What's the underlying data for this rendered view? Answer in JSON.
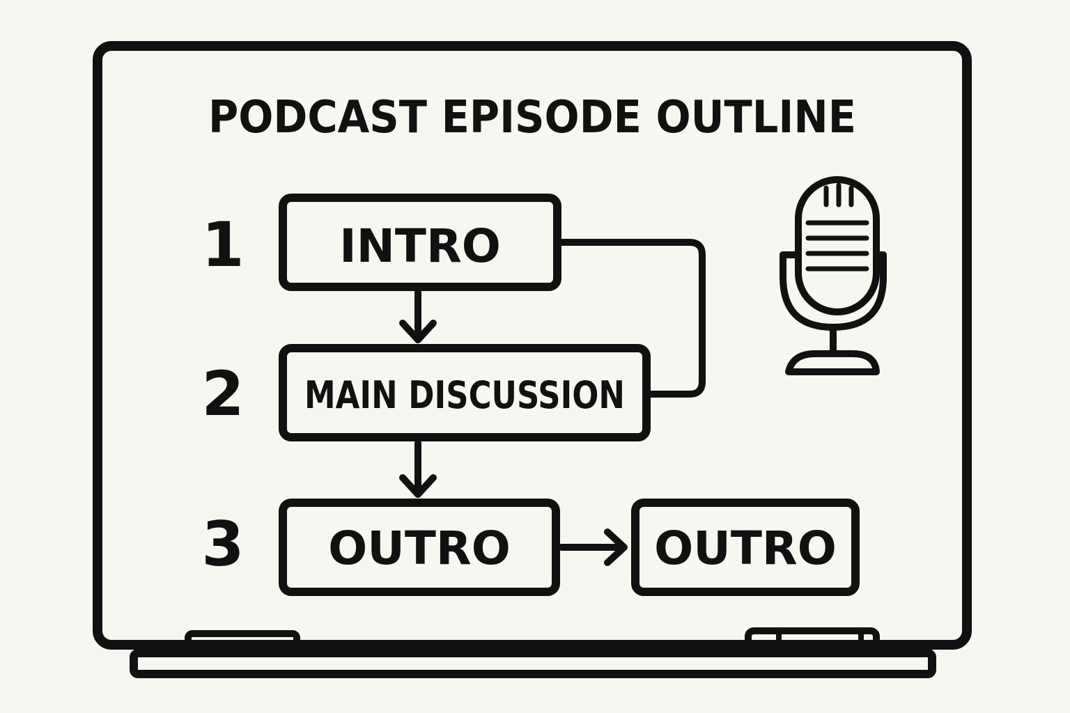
{
  "board": {
    "title": "PODCAST EPISODE OUTLINE"
  },
  "steps": [
    {
      "number": "1",
      "label": "INTRO"
    },
    {
      "number": "2",
      "label": "MAIN DISCUSSION"
    },
    {
      "number": "3",
      "label": "OUTRO"
    }
  ],
  "extra_box": {
    "label": "OUTRO"
  },
  "icons": {
    "microphone": "microphone-icon",
    "eraser": "eraser-icon",
    "marker": "marker-icon"
  },
  "colors": {
    "ink": "#111111",
    "background": "#f8f6f1"
  }
}
